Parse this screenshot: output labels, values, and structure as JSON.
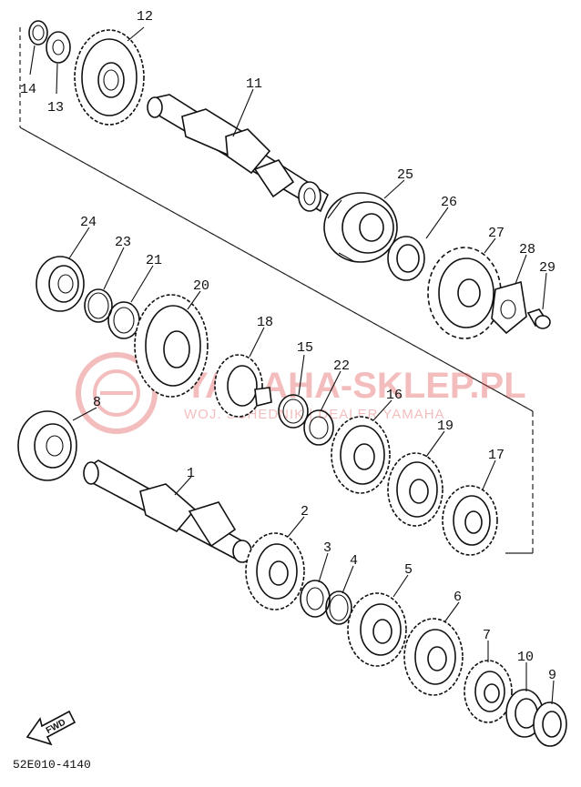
{
  "diagram": {
    "part_numbers": [
      "1",
      "2",
      "3",
      "4",
      "5",
      "6",
      "7",
      "8",
      "9",
      "10",
      "11",
      "12",
      "13",
      "14",
      "15",
      "16",
      "17",
      "18",
      "19",
      "20",
      "21",
      "22",
      "23",
      "24",
      "25",
      "26",
      "27",
      "28",
      "29"
    ],
    "diagram_code": "52E010-4140",
    "fwd_label": "FWD"
  },
  "watermark": {
    "main_text": "YAMAHA-SKLEP.PL",
    "sub_text": "WOJ. SCHEDNIK | DEALER YAMAHA",
    "color": "#e04545"
  },
  "colors": {
    "ink": "#111111",
    "background": "#ffffff"
  }
}
